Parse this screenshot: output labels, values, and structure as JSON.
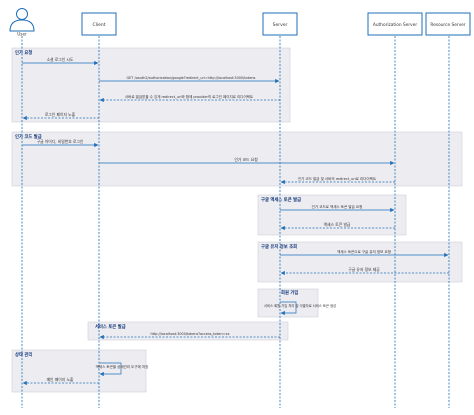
{
  "participants": {
    "user": "User",
    "client": "Client",
    "server": "Server",
    "auth": "Authorization Server",
    "resource": "Resource Server"
  },
  "groups": {
    "g1": "인가 요청",
    "g2": "인가 코드 발급",
    "g3": "구글 액세스 토큰 발급",
    "g4": "구글 유저 정보 조회",
    "g5": "회원 가입",
    "g6": "서비스 토큰 발급",
    "g7": "상태 관리"
  },
  "messages": {
    "m1": "소셜 로그인 시도",
    "m2": "GET /oauth2/authorization/google?redirect_uri=http://localhost:3000/tokens",
    "m3": "서버로 발급받을 수 있게 redirect_uri와 함께 provider의 로그인 페이지로 리다이렉트",
    "m4": "로그인 페이지 노출",
    "m5": "구글 아이디, 비밀번호 로그인",
    "m6": "인가 코드 요청",
    "m7": "인가 코드 발급 및 서버의 redirect_uri로 리다이렉트",
    "m8": "인가 코드로 액세스 토큰 발급 요청",
    "m9": "액세스 토큰 발급",
    "m10": "액세스 토큰으로 구글 유저 정보 요청",
    "m11": "구글 유저 정보 제공",
    "m12": "서비스 회원 가입 처리 및 식별자로 서비스 토큰 생성",
    "m13": "http://localhost:3000/tokens?access_token=xx",
    "m14": "액세스 토큰을 상태관리 도구에 저장",
    "m15": "메인 페이지 노출"
  },
  "colors": {
    "lifeline": "#1f6fb8",
    "participant_border": "#1f6fb8",
    "group_fill": "#ececf1",
    "arrow": "#1f6fb8",
    "group_label": "#14377a"
  }
}
